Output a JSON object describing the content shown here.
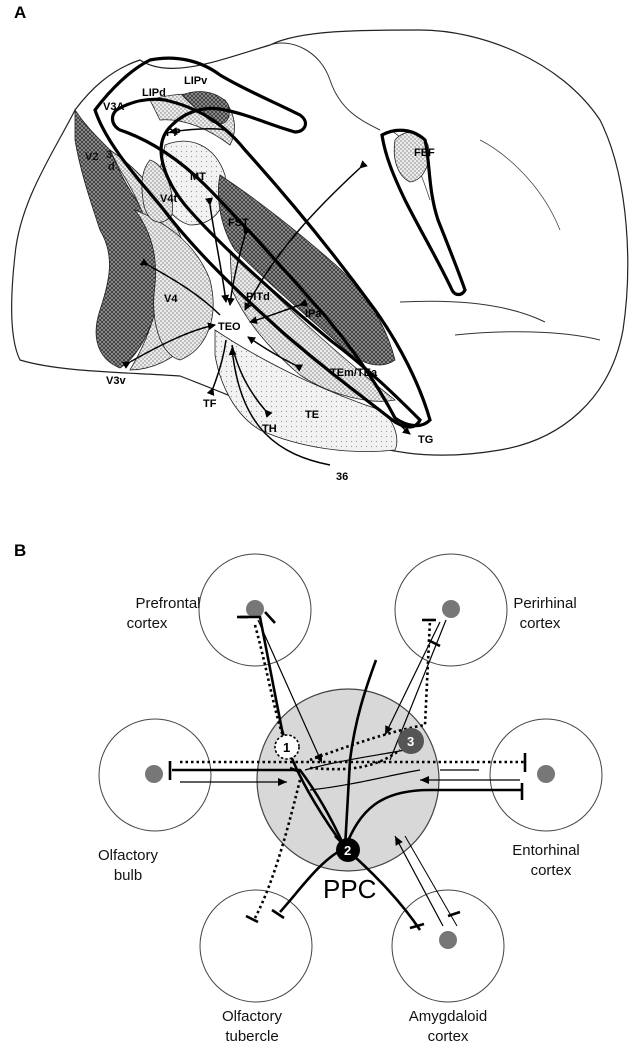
{
  "panel_a": {
    "label": "A",
    "areas": {
      "v3a": "V3A",
      "lipd": "LIPd",
      "lipv": "LIPv",
      "pp": "PP",
      "v2": "V2",
      "v3": "3",
      "vd": "d",
      "mt": "MT",
      "v4t": "V4t",
      "fst": "FST",
      "fef": "FEF",
      "v4": "V4",
      "pitd": "PITd",
      "ipa": "IPa",
      "teo": "TEO",
      "tem_tea": "TEm/TEa",
      "v3v": "V3v",
      "tf": "TF",
      "th": "TH",
      "te": "TE",
      "tg": "TG",
      "a36": "36"
    }
  },
  "panel_b": {
    "label": "B",
    "center": "PPC",
    "regions": {
      "prefrontal": [
        "Prefrontal",
        "cortex"
      ],
      "perirhinal": [
        "Perirhinal",
        "cortex"
      ],
      "olfactory_bulb": [
        "Olfactory",
        "bulb"
      ],
      "entorhinal": [
        "Entorhinal",
        "cortex"
      ],
      "olfactory_tubercle": [
        "Olfactory",
        "tubercle"
      ],
      "amygdaloid": [
        "Amygdaloid",
        "cortex"
      ]
    },
    "neurons": [
      "1",
      "2",
      "3"
    ]
  }
}
